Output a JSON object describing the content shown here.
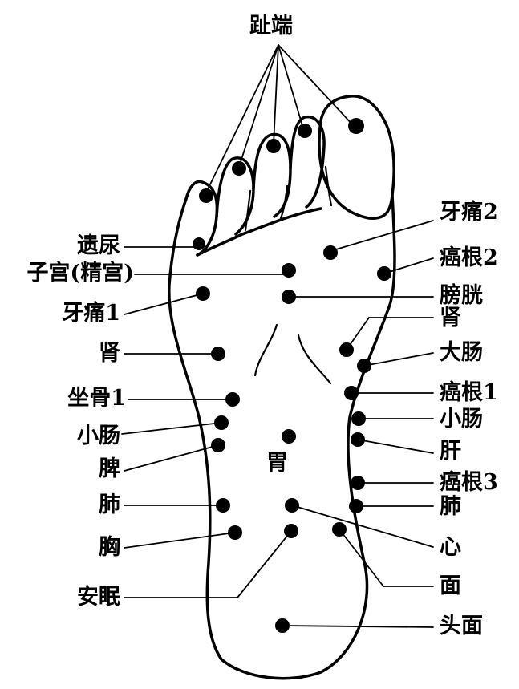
{
  "labels": {
    "toe_tips": "趾端",
    "enuresis": "遗尿",
    "uterus": "子宫(精宫)",
    "toothache_1": "牙痛1",
    "kidney_left": "肾",
    "sciatic_1": "坐骨1",
    "small_intestine_left": "小肠",
    "spleen": "脾",
    "lung_left": "肺",
    "chest": "胸",
    "insomnia": "安眠",
    "toothache_2": "牙痛2",
    "cancer_root_2": "癌根2",
    "bladder": "膀胱",
    "kidney_right": "肾",
    "large_intestine": "大肠",
    "cancer_root_1": "癌根1",
    "small_intestine_right": "小肠",
    "liver": "肝",
    "cancer_root_3": "癌根3",
    "lung_right": "肺",
    "heart": "心",
    "face": "面",
    "head_face": "头面",
    "stomach": "胃"
  }
}
